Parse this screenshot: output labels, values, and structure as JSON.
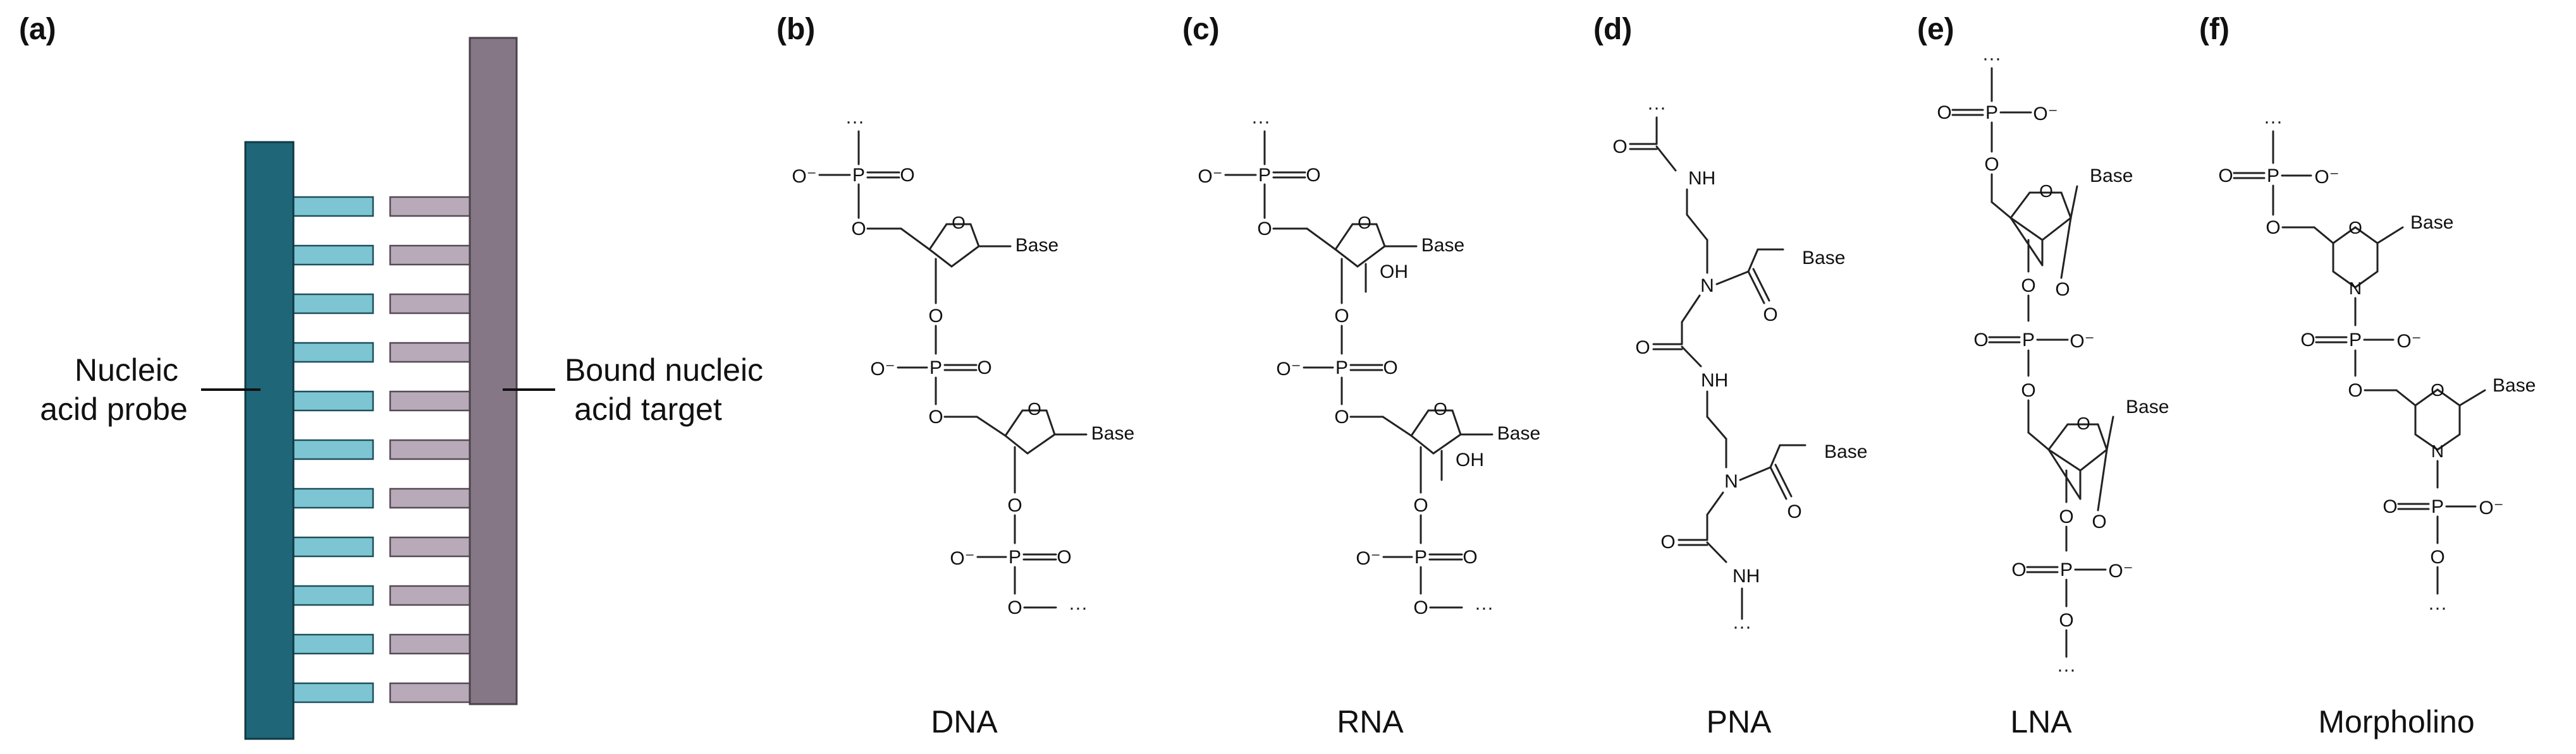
{
  "panels": [
    {
      "label": "(a)",
      "caption": ""
    },
    {
      "label": "(b)",
      "caption": "DNA"
    },
    {
      "label": "(c)",
      "caption": "RNA"
    },
    {
      "label": "(d)",
      "caption": "PNA"
    },
    {
      "label": "(e)",
      "caption": "LNA"
    },
    {
      "label": "(f)",
      "caption": "Morpholino"
    }
  ],
  "panel_a": {
    "probe_label": [
      "Nucleic",
      "acid probe"
    ],
    "target_label": [
      "Bound nucleic",
      "acid target"
    ],
    "probe_color": "#1f6678",
    "target_color": "#857785",
    "probe_base_color": "#7ec5d3",
    "target_base_color": "#b8aab9",
    "base_pair_count": 11
  },
  "atoms": {
    "ellipsis": "···",
    "P": "P",
    "O": "O",
    "Ominus": "O⁻",
    "Base": "Base",
    "OH": "OH",
    "N": "N",
    "NH": "NH"
  }
}
